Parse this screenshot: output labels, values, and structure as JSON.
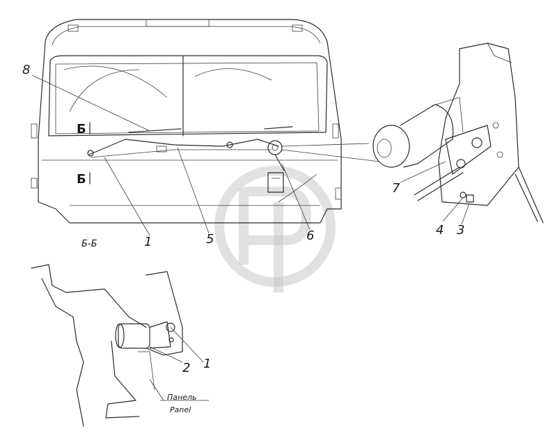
{
  "callouts": {
    "main": [
      "8",
      "1",
      "5",
      "6"
    ],
    "motor": [
      "7",
      "4",
      "3"
    ],
    "detail": [
      "2",
      "1"
    ]
  },
  "section_marks": {
    "windshield": "Б",
    "panel": "Б",
    "section_title": "Б-Б"
  },
  "panel_note": {
    "ru": "Панель",
    "en": "Panel"
  },
  "watermark_icon": "circle-logo-icon",
  "colors": {
    "ink": "#1a1a1a",
    "watermark": "#c9c9c9",
    "background": "#ffffff"
  }
}
